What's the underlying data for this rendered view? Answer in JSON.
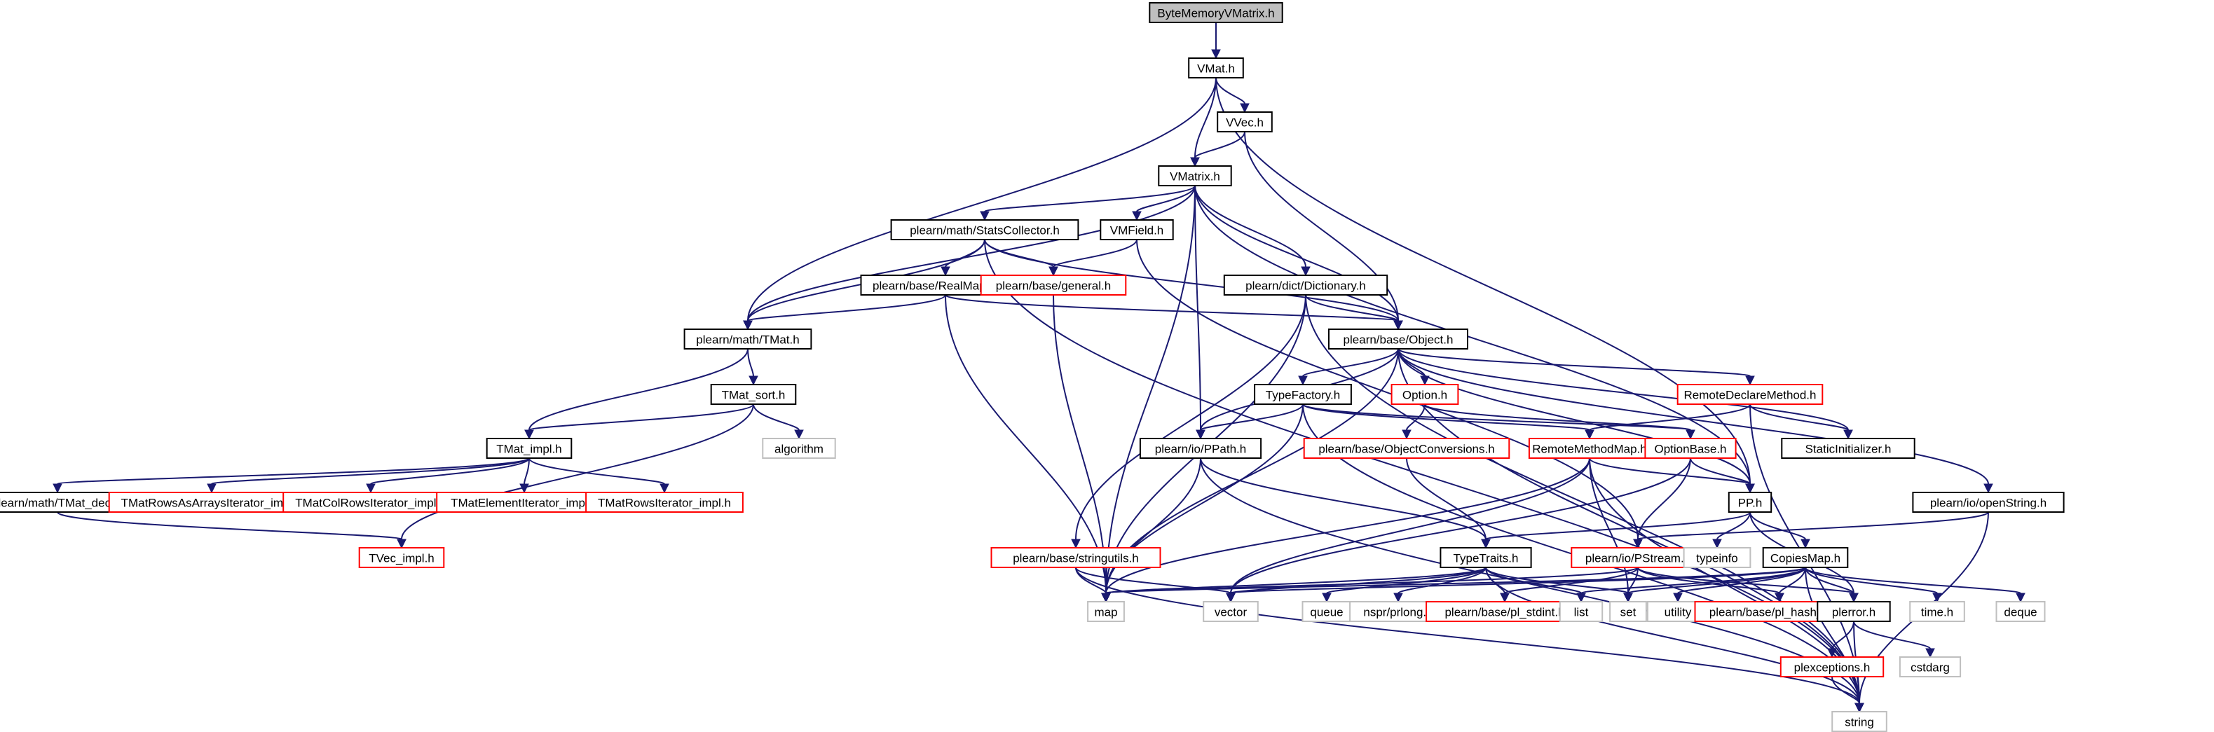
{
  "title": "ByteMemoryVMatrix.h include dependency graph",
  "colors": {
    "edge": "#191970",
    "root_fill": "#bfbfbf",
    "documented_border": "#000000",
    "undocumented_border": "#ff0000",
    "external_border": "#bfbfbf",
    "node_fill": "#ffffff"
  },
  "nodes": [
    {
      "id": "ByteMemoryVMatrix",
      "label": "ByteMemoryVMatrix.h",
      "kind": "root"
    },
    {
      "id": "VMat",
      "label": "VMat.h",
      "kind": "documented"
    },
    {
      "id": "VVec",
      "label": "VVec.h",
      "kind": "documented"
    },
    {
      "id": "VMatrix",
      "label": "VMatrix.h",
      "kind": "documented"
    },
    {
      "id": "StatsCollector",
      "label": "plearn/math/StatsCollector.h",
      "kind": "documented"
    },
    {
      "id": "VMField",
      "label": "VMField.h",
      "kind": "documented"
    },
    {
      "id": "RealMapping",
      "label": "plearn/base/RealMapping.h",
      "kind": "documented"
    },
    {
      "id": "general",
      "label": "plearn/base/general.h",
      "kind": "undocumented"
    },
    {
      "id": "Dictionary",
      "label": "plearn/dict/Dictionary.h",
      "kind": "documented"
    },
    {
      "id": "TMat",
      "label": "plearn/math/TMat.h",
      "kind": "documented"
    },
    {
      "id": "Object",
      "label": "plearn/base/Object.h",
      "kind": "documented"
    },
    {
      "id": "TMat_sort",
      "label": "TMat_sort.h",
      "kind": "documented"
    },
    {
      "id": "TypeFactory",
      "label": "TypeFactory.h",
      "kind": "documented"
    },
    {
      "id": "Option",
      "label": "Option.h",
      "kind": "undocumented"
    },
    {
      "id": "RemoteDeclareMethod",
      "label": "RemoteDeclareMethod.h",
      "kind": "undocumented"
    },
    {
      "id": "algorithm",
      "label": "algorithm",
      "kind": "external"
    },
    {
      "id": "TMat_impl",
      "label": "TMat_impl.h",
      "kind": "documented"
    },
    {
      "id": "PPath",
      "label": "plearn/io/PPath.h",
      "kind": "documented"
    },
    {
      "id": "ObjectConversions",
      "label": "plearn/base/ObjectConversions.h",
      "kind": "undocumented"
    },
    {
      "id": "RemoteMethodMap",
      "label": "RemoteMethodMap.h",
      "kind": "undocumented"
    },
    {
      "id": "OptionBase",
      "label": "OptionBase.h",
      "kind": "undocumented"
    },
    {
      "id": "StaticInitializer",
      "label": "StaticInitializer.h",
      "kind": "documented"
    },
    {
      "id": "TMat_decl",
      "label": "plearn/math/TMat_decl.h",
      "kind": "documented"
    },
    {
      "id": "TMatRowsAsArraysIterator",
      "label": "TMatRowsAsArraysIterator_impl.h",
      "kind": "undocumented"
    },
    {
      "id": "TMatColRowsIterator",
      "label": "TMatColRowsIterator_impl.h",
      "kind": "undocumented"
    },
    {
      "id": "TMatElementIterator",
      "label": "TMatElementIterator_impl.h",
      "kind": "undocumented"
    },
    {
      "id": "TMatRowsIterator",
      "label": "TMatRowsIterator_impl.h",
      "kind": "undocumented"
    },
    {
      "id": "PP",
      "label": "PP.h",
      "kind": "documented"
    },
    {
      "id": "openString",
      "label": "plearn/io/openString.h",
      "kind": "documented"
    },
    {
      "id": "TVec_impl",
      "label": "TVec_impl.h",
      "kind": "undocumented"
    },
    {
      "id": "stringutils",
      "label": "plearn/base/stringutils.h",
      "kind": "undocumented"
    },
    {
      "id": "TypeTraits",
      "label": "TypeTraits.h",
      "kind": "documented"
    },
    {
      "id": "PStream",
      "label": "plearn/io/PStream.h",
      "kind": "undocumented"
    },
    {
      "id": "typeinfo",
      "label": "typeinfo",
      "kind": "external"
    },
    {
      "id": "CopiesMap",
      "label": "CopiesMap.h",
      "kind": "documented"
    },
    {
      "id": "map",
      "label": "map",
      "kind": "external"
    },
    {
      "id": "vector",
      "label": "vector",
      "kind": "external"
    },
    {
      "id": "queue",
      "label": "queue",
      "kind": "external"
    },
    {
      "id": "prlong",
      "label": "nspr/prlong.h",
      "kind": "external"
    },
    {
      "id": "pl_stdint",
      "label": "plearn/base/pl_stdint.h",
      "kind": "undocumented"
    },
    {
      "id": "list",
      "label": "list",
      "kind": "external"
    },
    {
      "id": "set",
      "label": "set",
      "kind": "external"
    },
    {
      "id": "utility",
      "label": "utility",
      "kind": "external"
    },
    {
      "id": "pl_hash_fun",
      "label": "plearn/base/pl_hash_fun.h",
      "kind": "undocumented"
    },
    {
      "id": "plerror",
      "label": "plerror.h",
      "kind": "documented"
    },
    {
      "id": "time",
      "label": "time.h",
      "kind": "external"
    },
    {
      "id": "deque",
      "label": "deque",
      "kind": "external"
    },
    {
      "id": "plexceptions",
      "label": "plexceptions.h",
      "kind": "undocumented"
    },
    {
      "id": "cstdarg",
      "label": "cstdarg",
      "kind": "external"
    },
    {
      "id": "string",
      "label": "string",
      "kind": "external"
    }
  ],
  "edges": [
    [
      "ByteMemoryVMatrix",
      "VMat"
    ],
    [
      "VMat",
      "VVec"
    ],
    [
      "VMat",
      "VMatrix"
    ],
    [
      "VMat",
      "TMat"
    ],
    [
      "VMat",
      "PP"
    ],
    [
      "VVec",
      "VMatrix"
    ],
    [
      "VVec",
      "Object"
    ],
    [
      "VMatrix",
      "StatsCollector"
    ],
    [
      "VMatrix",
      "VMField"
    ],
    [
      "VMatrix",
      "Dictionary"
    ],
    [
      "VMatrix",
      "TMat"
    ],
    [
      "VMatrix",
      "Object"
    ],
    [
      "VMatrix",
      "PPath"
    ],
    [
      "VMatrix",
      "map"
    ],
    [
      "VMatrix",
      "PP"
    ],
    [
      "StatsCollector",
      "RealMapping"
    ],
    [
      "StatsCollector",
      "general"
    ],
    [
      "StatsCollector",
      "TMat"
    ],
    [
      "StatsCollector",
      "Object"
    ],
    [
      "StatsCollector",
      "string"
    ],
    [
      "VMField",
      "general"
    ],
    [
      "VMField",
      "PStream"
    ],
    [
      "RealMapping",
      "TMat"
    ],
    [
      "RealMapping",
      "Object"
    ],
    [
      "RealMapping",
      "map"
    ],
    [
      "general",
      "map"
    ],
    [
      "Dictionary",
      "Object"
    ],
    [
      "Dictionary",
      "stringutils"
    ],
    [
      "Dictionary",
      "map"
    ],
    [
      "Dictionary",
      "string"
    ],
    [
      "TMat",
      "TMat_sort"
    ],
    [
      "TMat",
      "TMat_impl"
    ],
    [
      "TMat_sort",
      "algorithm"
    ],
    [
      "TMat_sort",
      "TMat_impl"
    ],
    [
      "TMat_sort",
      "TVec_impl"
    ],
    [
      "TMat_impl",
      "TMat_decl"
    ],
    [
      "TMat_impl",
      "TMatRowsAsArraysIterator"
    ],
    [
      "TMat_impl",
      "TMatColRowsIterator"
    ],
    [
      "TMat_impl",
      "TMatElementIterator"
    ],
    [
      "TMat_impl",
      "TMatRowsIterator"
    ],
    [
      "TMat_decl",
      "TVec_impl"
    ],
    [
      "Object",
      "TypeFactory"
    ],
    [
      "Object",
      "Option"
    ],
    [
      "Object",
      "RemoteDeclareMethod"
    ],
    [
      "Object",
      "StaticInitializer"
    ],
    [
      "Object",
      "PPath"
    ],
    [
      "Object",
      "PP"
    ],
    [
      "Object",
      "openString"
    ],
    [
      "Object",
      "map"
    ],
    [
      "Object",
      "string"
    ],
    [
      "TypeFactory",
      "PPath"
    ],
    [
      "TypeFactory",
      "RemoteMethodMap"
    ],
    [
      "TypeFactory",
      "OptionBase"
    ],
    [
      "TypeFactory",
      "map"
    ],
    [
      "TypeFactory",
      "string"
    ],
    [
      "Option",
      "ObjectConversions"
    ],
    [
      "Option",
      "OptionBase"
    ],
    [
      "RemoteDeclareMethod",
      "RemoteMethodMap"
    ],
    [
      "RemoteDeclareMethod",
      "StaticInitializer"
    ],
    [
      "RemoteDeclareMethod",
      "string"
    ],
    [
      "PPath",
      "TypeTraits"
    ],
    [
      "PPath",
      "map"
    ],
    [
      "PPath",
      "string"
    ],
    [
      "ObjectConversions",
      "TypeTraits"
    ],
    [
      "RemoteMethodMap",
      "PP"
    ],
    [
      "RemoteMethodMap",
      "map"
    ],
    [
      "RemoteMethodMap",
      "vector"
    ],
    [
      "RemoteMethodMap",
      "set"
    ],
    [
      "RemoteMethodMap",
      "string"
    ],
    [
      "OptionBase",
      "PP"
    ],
    [
      "OptionBase",
      "PStream"
    ],
    [
      "OptionBase",
      "vector"
    ],
    [
      "PP",
      "TypeTraits"
    ],
    [
      "PP",
      "typeinfo"
    ],
    [
      "PP",
      "CopiesMap"
    ],
    [
      "PP",
      "plerror"
    ],
    [
      "openString",
      "PStream"
    ],
    [
      "openString",
      "string"
    ],
    [
      "stringutils",
      "map"
    ],
    [
      "stringutils",
      "vector"
    ],
    [
      "stringutils",
      "string"
    ],
    [
      "TypeTraits",
      "map"
    ],
    [
      "TypeTraits",
      "vector"
    ],
    [
      "TypeTraits",
      "queue"
    ],
    [
      "TypeTraits",
      "prlong"
    ],
    [
      "TypeTraits",
      "pl_stdint"
    ],
    [
      "TypeTraits",
      "list"
    ],
    [
      "TypeTraits",
      "set"
    ],
    [
      "TypeTraits",
      "string"
    ],
    [
      "PStream",
      "pl_stdint"
    ],
    [
      "PStream",
      "set"
    ],
    [
      "PStream",
      "pl_hash_fun"
    ],
    [
      "PStream",
      "plerror"
    ],
    [
      "PStream",
      "map"
    ],
    [
      "CopiesMap",
      "map"
    ],
    [
      "CopiesMap",
      "vector"
    ],
    [
      "CopiesMap",
      "list"
    ],
    [
      "CopiesMap",
      "set"
    ],
    [
      "CopiesMap",
      "utility"
    ],
    [
      "CopiesMap",
      "pl_hash_fun"
    ],
    [
      "CopiesMap",
      "plerror"
    ],
    [
      "CopiesMap",
      "time"
    ],
    [
      "CopiesMap",
      "deque"
    ],
    [
      "CopiesMap",
      "string"
    ],
    [
      "plerror",
      "plexceptions"
    ],
    [
      "plerror",
      "cstdarg"
    ],
    [
      "plerror",
      "string"
    ],
    [
      "plexceptions",
      "string"
    ]
  ]
}
